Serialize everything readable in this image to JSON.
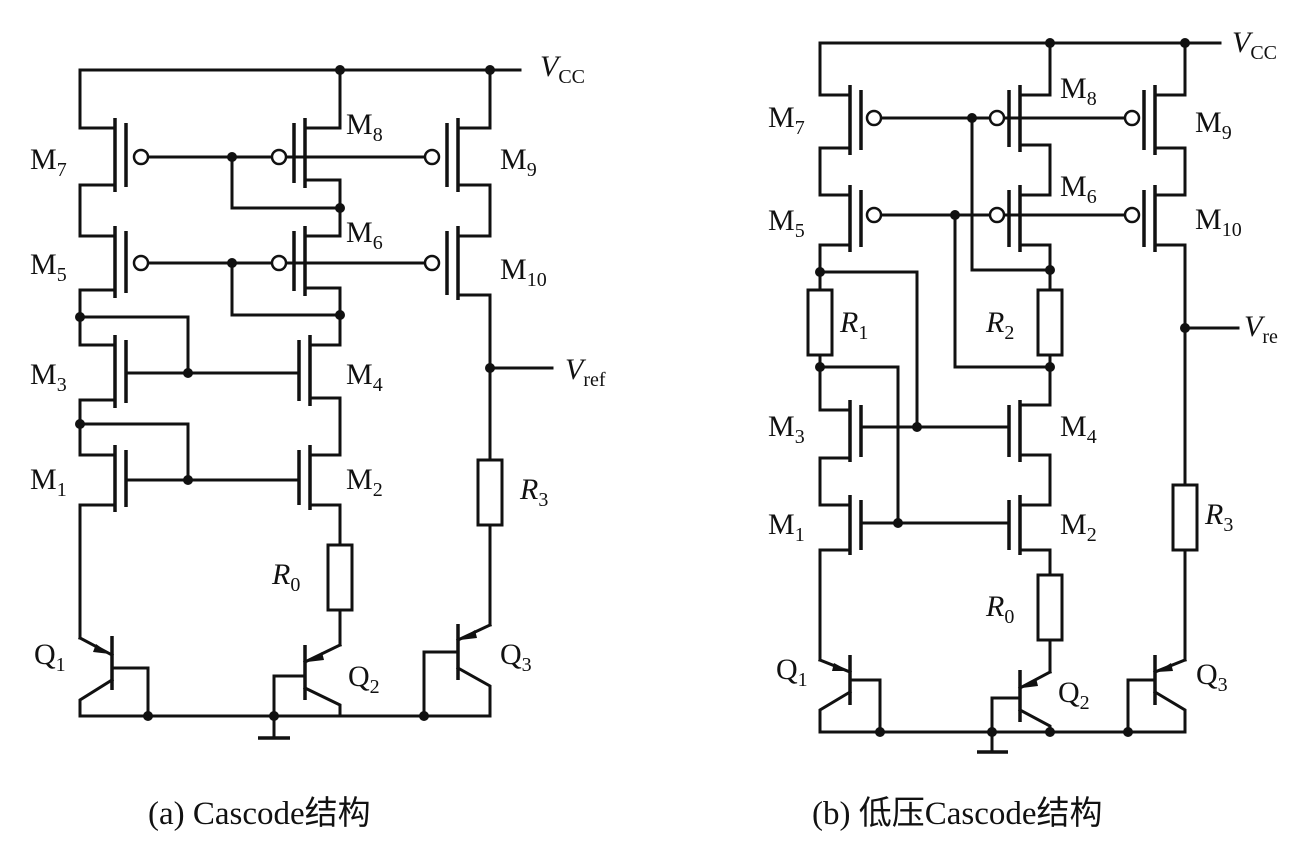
{
  "circuit_a": {
    "caption": "(a) Cascode结构",
    "labels": {
      "vcc": {
        "main": "V",
        "sub": "CC"
      },
      "vref": {
        "main": "V",
        "sub": "ref"
      },
      "m7": {
        "main": "M",
        "sub": "7"
      },
      "m8": {
        "main": "M",
        "sub": "8"
      },
      "m9": {
        "main": "M",
        "sub": "9"
      },
      "m5": {
        "main": "M",
        "sub": "5"
      },
      "m6": {
        "main": "M",
        "sub": "6"
      },
      "m10": {
        "main": "M",
        "sub": "10"
      },
      "m3": {
        "main": "M",
        "sub": "3"
      },
      "m4": {
        "main": "M",
        "sub": "4"
      },
      "m1": {
        "main": "M",
        "sub": "1"
      },
      "m2": {
        "main": "M",
        "sub": "2"
      },
      "r0": {
        "main": "R",
        "sub": "0"
      },
      "r3": {
        "main": "R",
        "sub": "3"
      },
      "q1": {
        "main": "Q",
        "sub": "1"
      },
      "q2": {
        "main": "Q",
        "sub": "2"
      },
      "q3": {
        "main": "Q",
        "sub": "3"
      }
    }
  },
  "circuit_b": {
    "caption": "(b) 低压Cascode结构",
    "labels": {
      "vcc": {
        "main": "V",
        "sub": "CC"
      },
      "vref": {
        "main": "V",
        "sub": "re"
      },
      "m7": {
        "main": "M",
        "sub": "7"
      },
      "m8": {
        "main": "M",
        "sub": "8"
      },
      "m9": {
        "main": "M",
        "sub": "9"
      },
      "m5": {
        "main": "M",
        "sub": "5"
      },
      "m6": {
        "main": "M",
        "sub": "6"
      },
      "m10": {
        "main": "M",
        "sub": "10"
      },
      "r1": {
        "main": "R",
        "sub": "1"
      },
      "r2": {
        "main": "R",
        "sub": "2"
      },
      "m3": {
        "main": "M",
        "sub": "3"
      },
      "m4": {
        "main": "M",
        "sub": "4"
      },
      "m1": {
        "main": "M",
        "sub": "1"
      },
      "m2": {
        "main": "M",
        "sub": "2"
      },
      "r0": {
        "main": "R",
        "sub": "0"
      },
      "r3": {
        "main": "R",
        "sub": "3"
      },
      "q1": {
        "main": "Q",
        "sub": "1"
      },
      "q2": {
        "main": "Q",
        "sub": "2"
      },
      "q3": {
        "main": "Q",
        "sub": "3"
      }
    }
  }
}
